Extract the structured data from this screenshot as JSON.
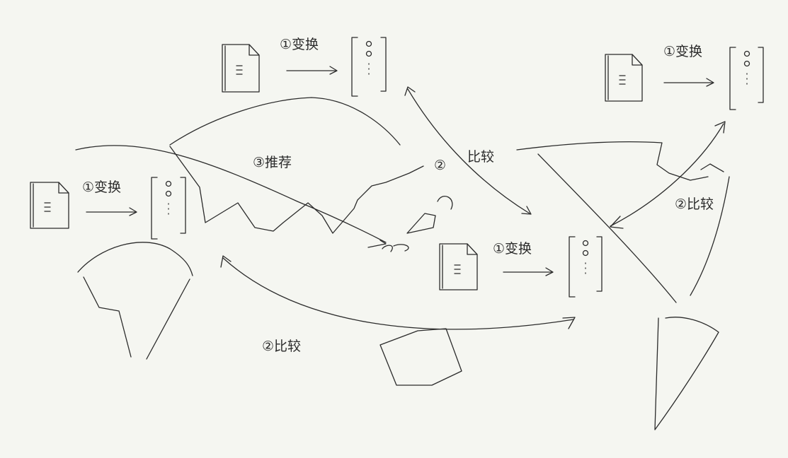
{
  "colors": {
    "background": "#f5f6f1",
    "ink": "#2b2b2b"
  },
  "labels": {
    "convert": "①变换",
    "compare": "②比较",
    "compare_plain": "比较",
    "recommend": "③推荐",
    "step2": "②"
  }
}
